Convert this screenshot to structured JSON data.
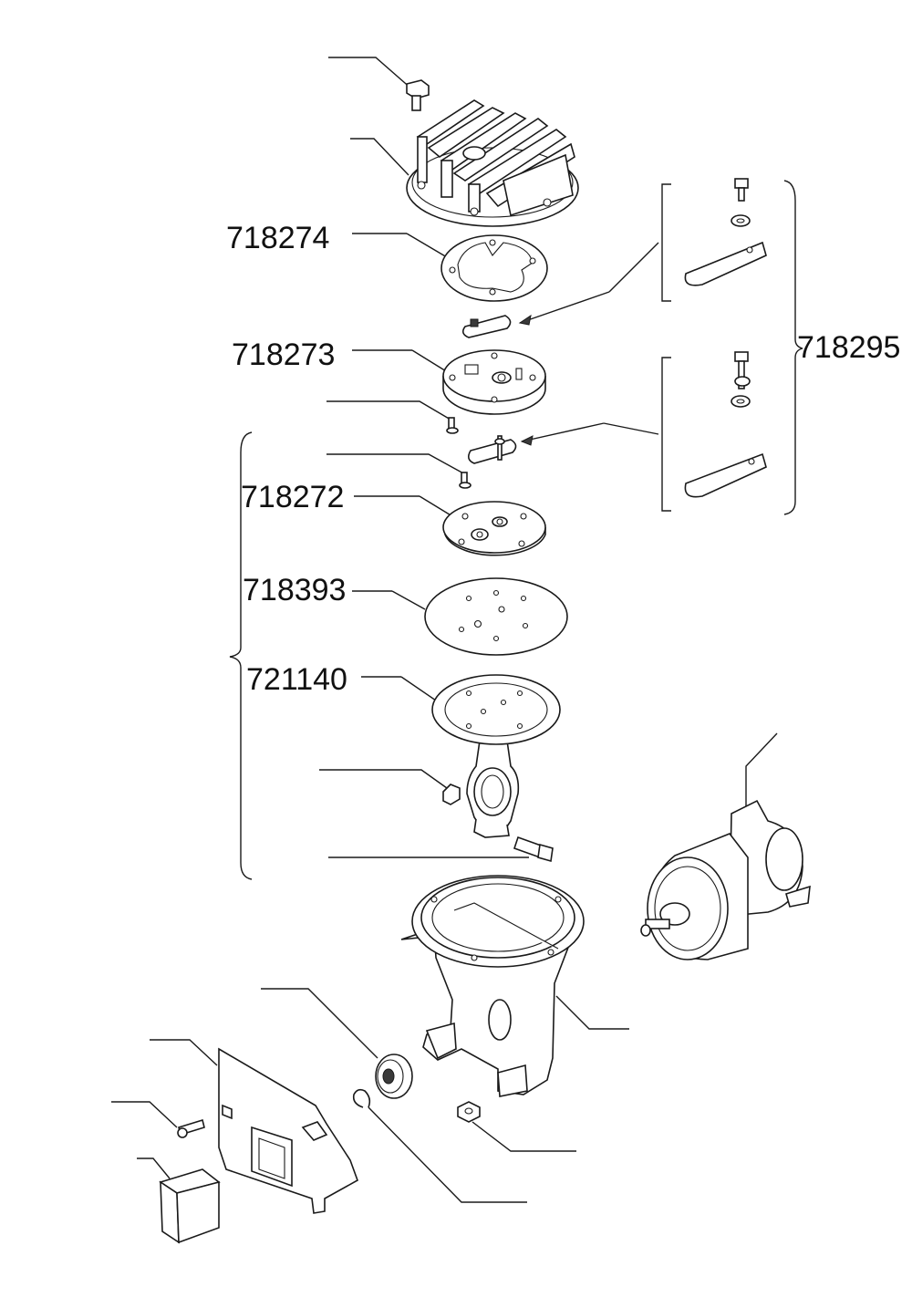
{
  "labels": {
    "gasket": "718274",
    "valve_plate": "718273",
    "valve_kit": "718295",
    "piston_plate": "718272",
    "diaphragm": "718393",
    "connecting_rod": "721140"
  },
  "colors": {
    "line": "#1a1a1a",
    "background": "#ffffff"
  }
}
